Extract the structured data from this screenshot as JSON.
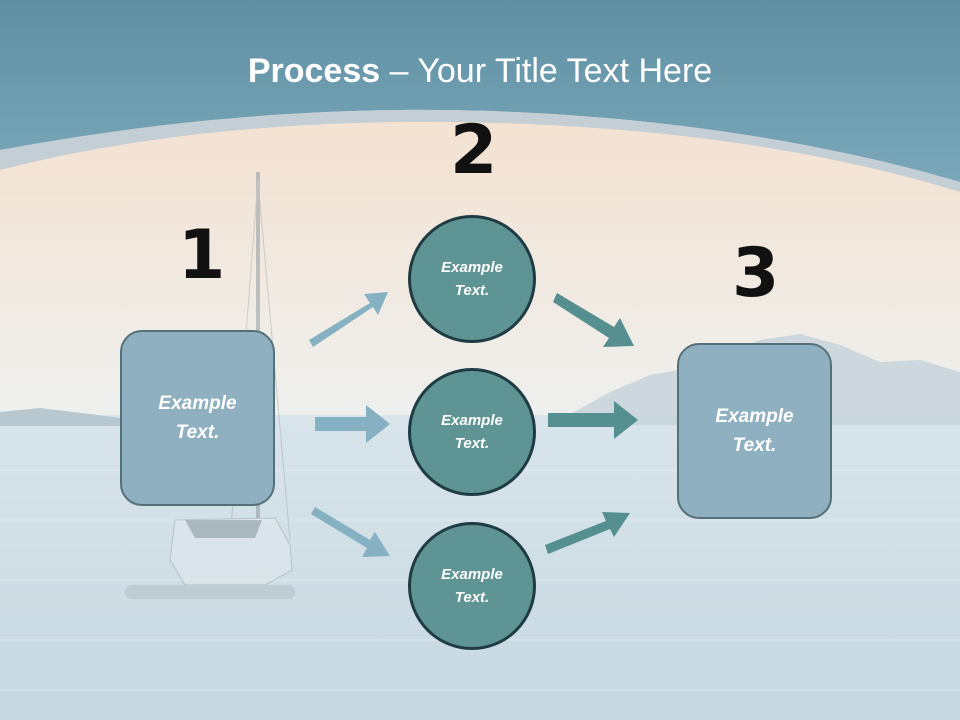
{
  "slide": {
    "title_bold": "Process",
    "title_rest": " – Your Title Text Here"
  },
  "steps": {
    "one": "1",
    "two": "2",
    "three": "3"
  },
  "left_box": {
    "line1": "Example",
    "line2": "Text."
  },
  "right_box": {
    "line1": "Example",
    "line2": "Text."
  },
  "circles": [
    {
      "line1": "Example",
      "line2": "Text."
    },
    {
      "line1": "Example",
      "line2": "Text."
    },
    {
      "line1": "Example",
      "line2": "Text."
    }
  ],
  "colors": {
    "banner": "#6e9db0",
    "box_fill": "#8fb0c0",
    "circle_fill": "#5f9494",
    "arrow_light": "#86b1c2",
    "arrow_dark": "#568f8f"
  }
}
